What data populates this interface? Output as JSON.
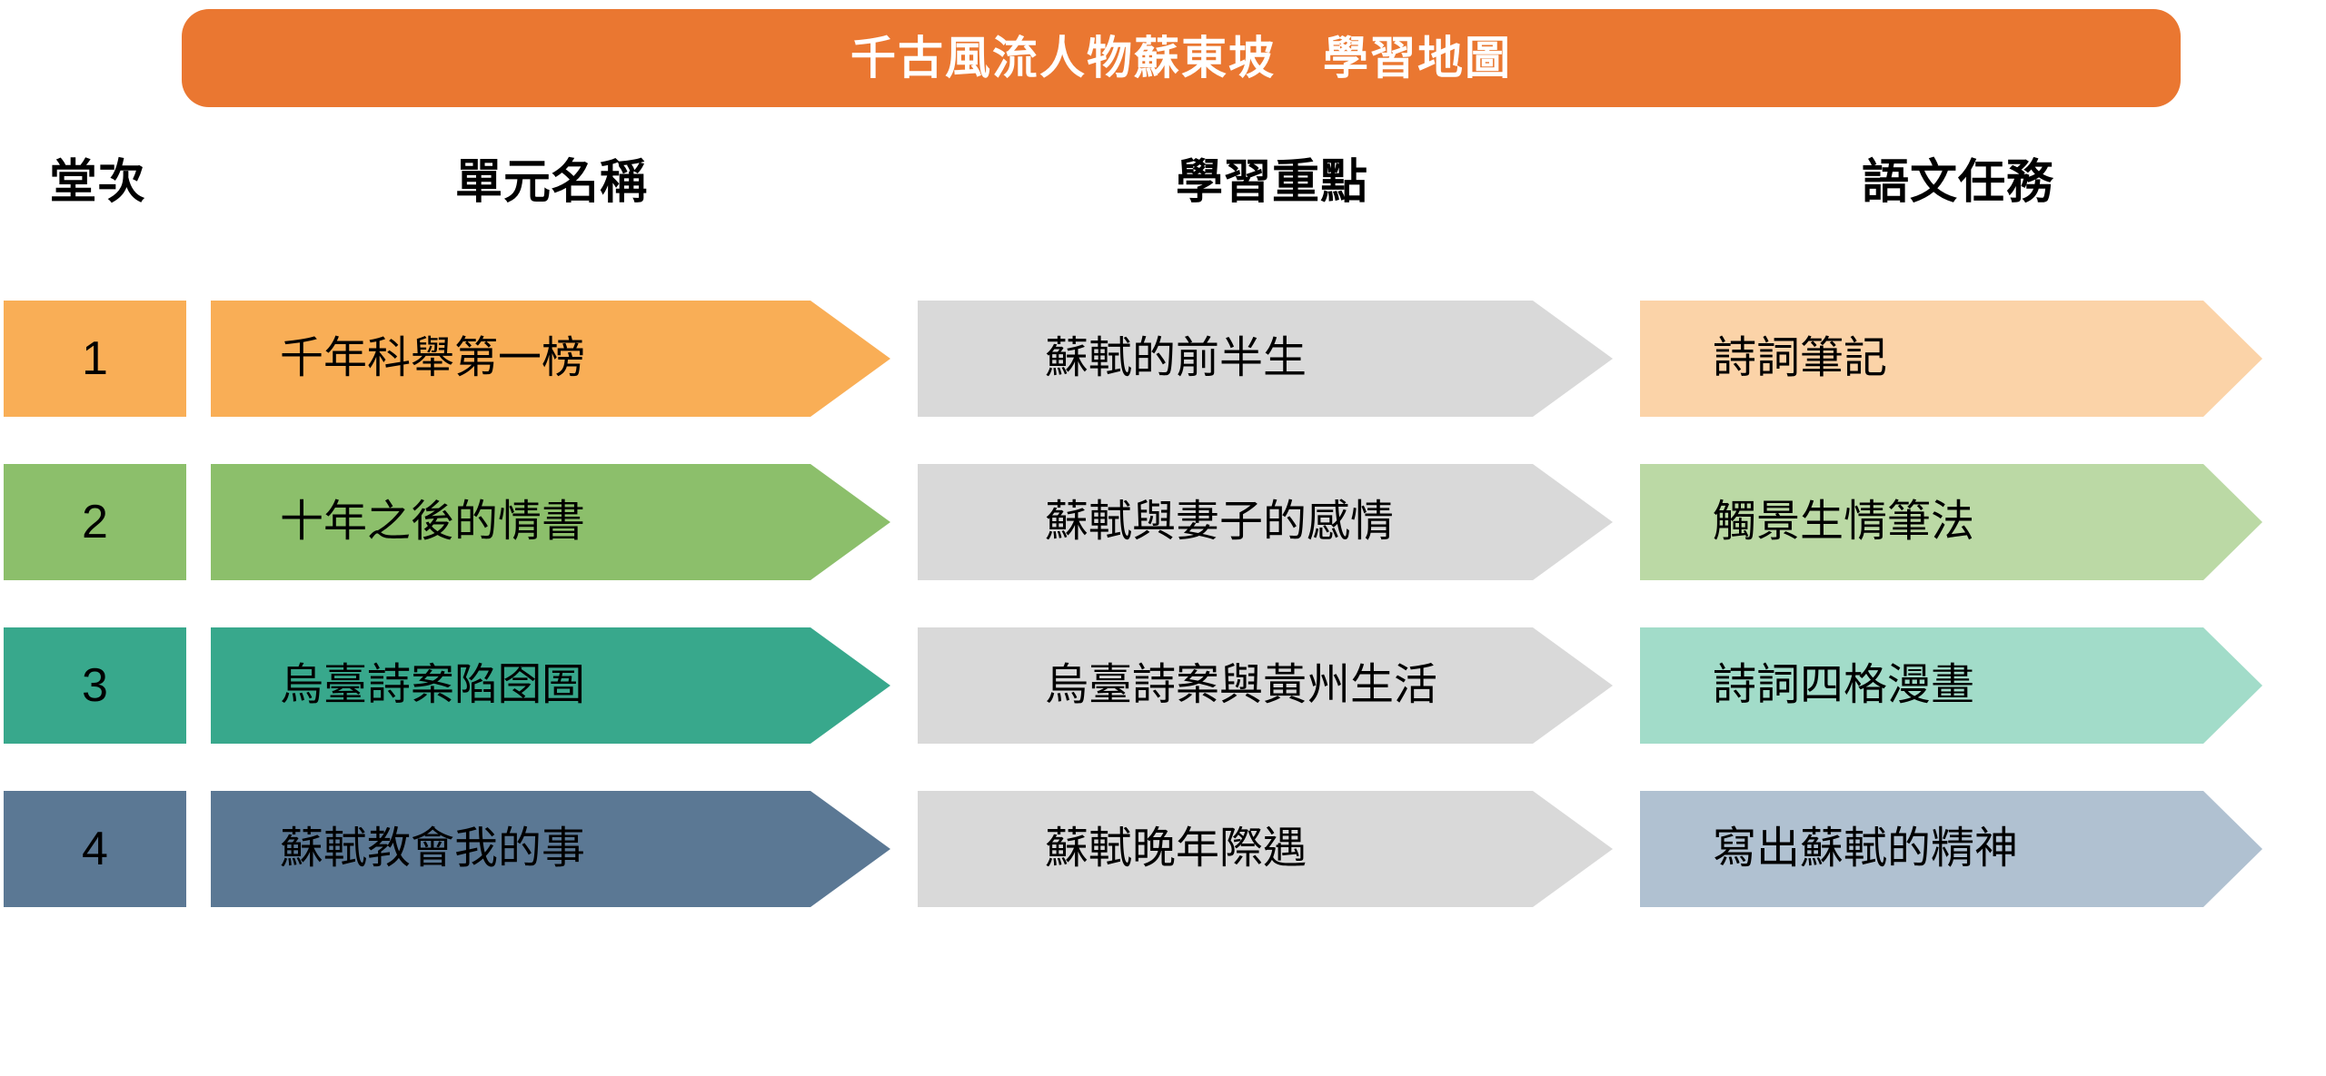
{
  "title": {
    "text": "千古風流人物蘇東坡　學習地圖",
    "background": "#EA7731",
    "color": "#FFFFFF"
  },
  "headers": [
    {
      "label": "堂次"
    },
    {
      "label": "單元名稱"
    },
    {
      "label": "學習重點"
    },
    {
      "label": "語文任務"
    }
  ],
  "focus_column_color": "#D9D9D9",
  "rows": [
    {
      "number": "1",
      "unit": "千年科舉第一榜",
      "focus": "蘇軾的前半生",
      "task": "詩詞筆記",
      "number_color": "#F9AE56",
      "unit_color": "#F9AE56",
      "task_color": "#FBD3A8"
    },
    {
      "number": "2",
      "unit": "十年之後的情書",
      "focus": "蘇軾與妻子的感情",
      "task": "觸景生情筆法",
      "number_color": "#8CBF6B",
      "unit_color": "#8CBF6B",
      "task_color": "#BBD9A5"
    },
    {
      "number": "3",
      "unit": "烏臺詩案陷囹圄",
      "focus": "烏臺詩案與黃州生活",
      "task": "詩詞四格漫畫",
      "number_color": "#38A88C",
      "unit_color": "#38A88C",
      "task_color": "#A2DCC9"
    },
    {
      "number": "4",
      "unit": "蘇軾教會我的事",
      "focus": "蘇軾晚年際遇",
      "task": "寫出蘇軾的精神",
      "number_color": "#5B7894",
      "unit_color": "#5B7894",
      "task_color": "#B0C1D1"
    }
  ]
}
